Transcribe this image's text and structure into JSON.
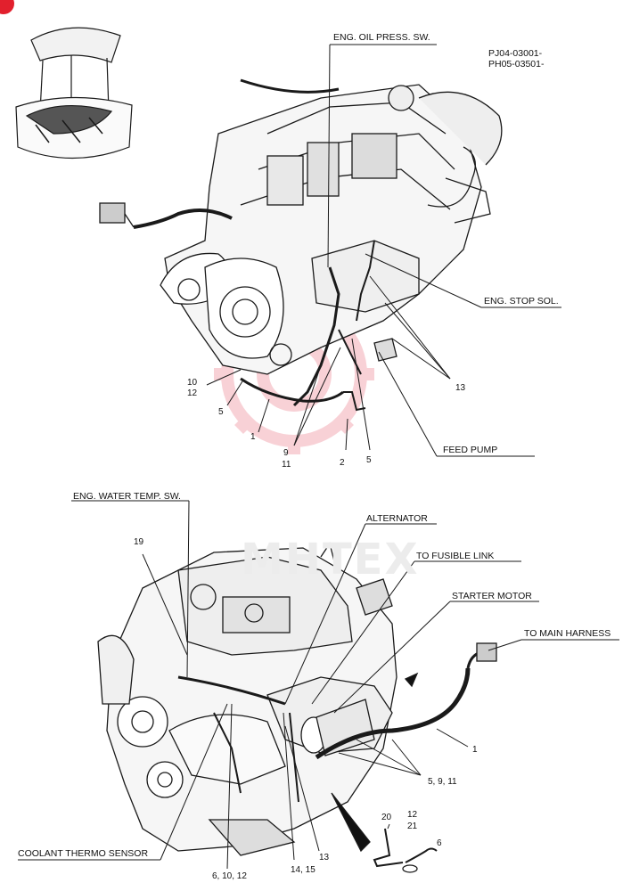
{
  "page_codes": [
    "PJ04-03001-",
    "PH05-03501-"
  ],
  "watermark": "MHTEX",
  "colors": {
    "line": "#1a1a1a",
    "watermark": "#f7c9cf",
    "corner_badge": "#e2202d"
  },
  "top_labels": {
    "eng_oil_press_sw": "ENG. OIL PRESS. SW.",
    "eng_stop_sol": "ENG. STOP SOL.",
    "feed_pump": "FEED PUMP"
  },
  "top_numbers": {
    "n10": "10",
    "n12": "12",
    "n5a": "5",
    "n1": "1",
    "n9": "9",
    "n11": "11",
    "n2": "2",
    "n5b": "5",
    "n13": "13"
  },
  "bottom_labels": {
    "eng_water_temp_sw": "ENG. WATER TEMP. SW.",
    "alternator": "ALTERNATOR",
    "to_fusible_link": "TO FUSIBLE LINK",
    "starter_motor": "STARTER MOTOR",
    "to_main_harness": "TO MAIN HARNESS",
    "coolant_thermo_sensor": "COOLANT THERMO SENSOR"
  },
  "bottom_numbers": {
    "n19": "19",
    "n1": "1",
    "n5_9_11": "5, 9, 11",
    "n20": "20",
    "n12": "12",
    "n21": "21",
    "n6": "6",
    "n6_10_12": "6, 10, 12",
    "n14_15": "14, 15",
    "n13": "13"
  }
}
